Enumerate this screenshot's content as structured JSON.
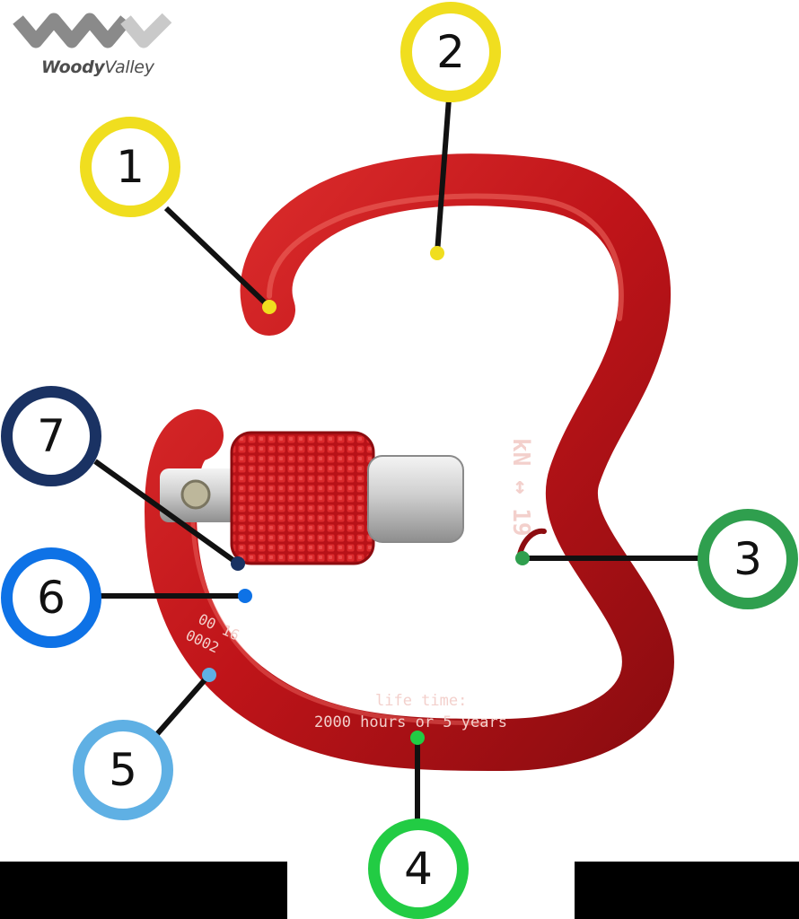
{
  "logo": {
    "brand_bold": "Woody",
    "brand_light": "Valley"
  },
  "engraving": {
    "strength": "kN ↔ 19",
    "serial_line1": "00 16",
    "serial_line2": "0002",
    "lifetime_line1": "life time:",
    "lifetime_line2": "2000 hours or 5 years"
  },
  "callouts": [
    {
      "label": "1",
      "color": "#f0de1f"
    },
    {
      "label": "2",
      "color": "#f0de1f"
    },
    {
      "label": "3",
      "color": "#2f9f4e"
    },
    {
      "label": "4",
      "color": "#22cc44"
    },
    {
      "label": "5",
      "color": "#5fb0e4"
    },
    {
      "label": "6",
      "color": "#0e72e6"
    },
    {
      "label": "7",
      "color": "#1a3263"
    }
  ],
  "colors": {
    "carabiner_red": "#c4161c",
    "sleeve_silver": "#cfcfcf"
  }
}
